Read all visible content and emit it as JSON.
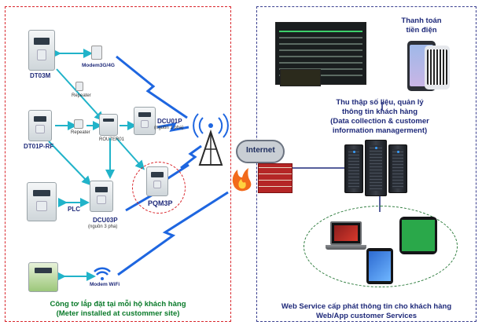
{
  "left_panel": {
    "devices": {
      "dt03m": "DT03M",
      "modem3g": "Modem3G/4G",
      "repeater_top": "Repeater",
      "repeater_mid": "Repeater",
      "dt01p_rf": "DT01P-RF",
      "router01": "ROUTER01",
      "dcu01p_name": "DCU01P",
      "dcu01p_sub": "(nguồn 1 pha)",
      "plc": "PLC",
      "dcu03p_name": "DCU03P",
      "dcu03p_sub": "(nguồn 3 pha)",
      "pqm3p": "PQM3P",
      "modem_wifi": "Modem WiFi"
    },
    "caption_vi": "Công tơ lắp đặt tại mỗi hộ khách hàng",
    "caption_en": "(Meter installed at custommer site)"
  },
  "network": {
    "internet_label": "Internet"
  },
  "right_panel": {
    "payment_line1": "Thanh toán",
    "payment_line2": "tiền điện",
    "collect_line1": "Thu thập số liệu, quản lý",
    "collect_line2": "thông tin khách hàng",
    "collect_line3": "(Data collection & customer",
    "collect_line4": "information managerment)",
    "web_line1": "Web Service cấp phát thông tin cho khách hàng",
    "web_line2": "Web/App customer Services"
  },
  "colors": {
    "left_border": "#d9262c",
    "right_border": "#3a3f8f",
    "label_blue": "#1f2a7a",
    "caption_green": "#0a7a2a",
    "link_cyan": "#21b3c9",
    "wireless_blue": "#1e66e0"
  }
}
